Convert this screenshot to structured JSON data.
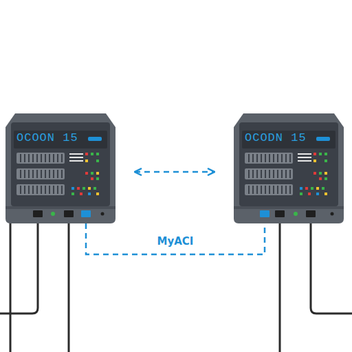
{
  "diagram": {
    "nodes": [
      {
        "text": [
          "OCOON 15"
        ]
      },
      {
        "text": [
          "OCODN 15"
        ]
      }
    ],
    "edges": [
      {
        "from": 0,
        "to": 1,
        "arrow": "both"
      },
      {
        "from": 0,
        "to": 1,
        "label": "MyACI",
        "arrow": "none"
      }
    ]
  }
}
